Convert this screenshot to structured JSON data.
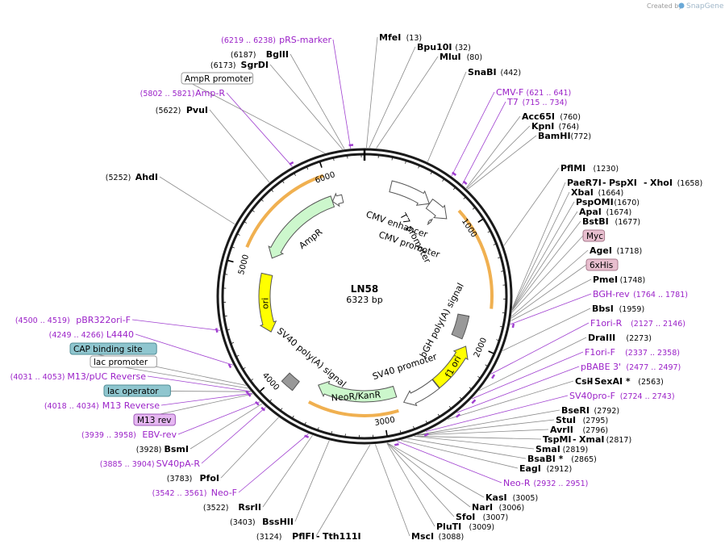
{
  "credit": {
    "created_by": "Created by",
    "brand": "SnapGene"
  },
  "map": {
    "name": "LN58",
    "size": "6323 bp",
    "total_bp": 6323
  },
  "ticks": [
    "1000",
    "2000",
    "3000",
    "4000",
    "5000",
    "6000"
  ],
  "labels": [
    {
      "key": "pRS-marker",
      "name": "pRS-marker",
      "pos": "(6219 .. 6238)",
      "kind": "primer"
    },
    {
      "key": "MfeI",
      "name": "MfeI",
      "pos": "(13)",
      "kind": "enzyme"
    },
    {
      "key": "BglII",
      "name": "BglII",
      "pos": "(6187)",
      "kind": "enzyme"
    },
    {
      "key": "Bpu10I",
      "name": "Bpu10I",
      "pos": "(32)",
      "kind": "enzyme"
    },
    {
      "key": "SgrDI",
      "name": "SgrDI",
      "pos": "(6173)",
      "kind": "enzyme"
    },
    {
      "key": "MluI",
      "name": "MluI",
      "pos": "(80)",
      "kind": "enzyme"
    },
    {
      "key": "AmpR-promoter",
      "name": "AmpR promoter",
      "kind": "box-white"
    },
    {
      "key": "SnaBI",
      "name": "SnaBI",
      "pos": "(442)",
      "kind": "enzyme"
    },
    {
      "key": "Amp-R",
      "name": "Amp-R",
      "pos": "(5802 .. 5821)",
      "kind": "primer"
    },
    {
      "key": "CMV-F",
      "name": "CMV-F",
      "pos": "(621 .. 641)",
      "kind": "primer"
    },
    {
      "key": "T7",
      "name": "T7",
      "pos": "(715 .. 734)",
      "kind": "primer"
    },
    {
      "key": "PvuI",
      "name": "PvuI",
      "pos": "(5622)",
      "kind": "enzyme"
    },
    {
      "key": "Acc65I",
      "name": "Acc65I",
      "pos": "(760)",
      "kind": "enzyme"
    },
    {
      "key": "KpnI",
      "name": "KpnI",
      "pos": "(764)",
      "kind": "enzyme"
    },
    {
      "key": "BamHI",
      "name": "BamHI",
      "pos": "(772)",
      "kind": "enzyme"
    },
    {
      "key": "PflMI",
      "name": "PflMI",
      "pos": "(1230)",
      "kind": "enzyme"
    },
    {
      "key": "AhdI",
      "name": "AhdI",
      "pos": "(5252)",
      "kind": "enzyme"
    },
    {
      "key": "PaeR7I",
      "name": "PaeR7I",
      "kind": "enzyme"
    },
    {
      "key": "PspXI",
      "name": "PspXI",
      "kind": "enzyme",
      "prefix": "-"
    },
    {
      "key": "XhoI",
      "name": "XhoI",
      "pos": "(1658)",
      "kind": "enzyme",
      "prefix": "-"
    },
    {
      "key": "XbaI",
      "name": "XbaI",
      "pos": "(1664)",
      "kind": "enzyme"
    },
    {
      "key": "PspOMI",
      "name": "PspOMI",
      "pos": "(1670)",
      "kind": "enzyme"
    },
    {
      "key": "ApaI",
      "name": "ApaI",
      "pos": "(1674)",
      "kind": "enzyme"
    },
    {
      "key": "BstBI",
      "name": "BstBI",
      "pos": "(1677)",
      "kind": "enzyme"
    },
    {
      "key": "Myc",
      "name": "Myc",
      "kind": "box-pink"
    },
    {
      "key": "AgeI",
      "name": "AgeI",
      "pos": "(1718)",
      "kind": "enzyme"
    },
    {
      "key": "6xHis",
      "name": "6xHis",
      "kind": "box-pink"
    },
    {
      "key": "PmeI",
      "name": "PmeI",
      "pos": "(1748)",
      "kind": "enzyme"
    },
    {
      "key": "BGH-rev",
      "name": "BGH-rev",
      "pos": "(1764 .. 1781)",
      "kind": "primer"
    },
    {
      "key": "BbsI",
      "name": "BbsI",
      "pos": "(1959)",
      "kind": "enzyme"
    },
    {
      "key": "pBR322ori-F",
      "name": "pBR322ori-F",
      "pos": "(4500 .. 4519)",
      "kind": "primer"
    },
    {
      "key": "F1ori-R",
      "name": "F1ori-R",
      "pos": "(2127 .. 2146)",
      "kind": "primer"
    },
    {
      "key": "L4440",
      "name": "L4440",
      "pos": "(4249 .. 4266)",
      "kind": "primer"
    },
    {
      "key": "DraIII",
      "name": "DraIII",
      "pos": "(2273)",
      "kind": "enzyme"
    },
    {
      "key": "CAP-binding-site",
      "name": "CAP binding site",
      "kind": "box-teal"
    },
    {
      "key": "F1ori-F",
      "name": "F1ori-F",
      "pos": "(2337 .. 2358)",
      "kind": "primer"
    },
    {
      "key": "lac-promoter",
      "name": "lac promoter",
      "kind": "box-white"
    },
    {
      "key": "pBABE-3",
      "name": "pBABE 3'",
      "pos": "(2477 .. 2497)",
      "kind": "primer"
    },
    {
      "key": "M13-pUC-Reverse",
      "name": "M13/pUC Reverse",
      "pos": "(4031 .. 4053)",
      "kind": "primer"
    },
    {
      "key": "CsiI",
      "name": "CsiI",
      "kind": "enzyme"
    },
    {
      "key": "SexAI",
      "name": "SexAI *",
      "pos": "(2563)",
      "kind": "enzyme",
      "prefix": "-"
    },
    {
      "key": "lac-operator",
      "name": "lac operator",
      "kind": "box-teal"
    },
    {
      "key": "SV40pro-F",
      "name": "SV40pro-F",
      "pos": "(2724 .. 2743)",
      "kind": "primer"
    },
    {
      "key": "M13-Reverse",
      "name": "M13 Reverse",
      "pos": "(4018 .. 4034)",
      "kind": "primer"
    },
    {
      "key": "BseRI",
      "name": "BseRI",
      "pos": "(2792)",
      "kind": "enzyme"
    },
    {
      "key": "M13-rev",
      "name": "M13 rev",
      "kind": "box-purple"
    },
    {
      "key": "StuI",
      "name": "StuI",
      "pos": "(2795)",
      "kind": "enzyme"
    },
    {
      "key": "EBV-rev",
      "name": "EBV-rev",
      "pos": "(3939 .. 3958)",
      "kind": "primer"
    },
    {
      "key": "AvrII",
      "name": "AvrII",
      "pos": "(2796)",
      "kind": "enzyme"
    },
    {
      "key": "TspMI",
      "name": "TspMI",
      "kind": "enzyme"
    },
    {
      "key": "XmaI",
      "name": "XmaI",
      "pos": "(2817)",
      "kind": "enzyme",
      "prefix": "-"
    },
    {
      "key": "BsmI",
      "name": "BsmI",
      "pos": "(3928)",
      "kind": "enzyme"
    },
    {
      "key": "SmaI",
      "name": "SmaI",
      "pos": "(2819)",
      "kind": "enzyme"
    },
    {
      "key": "BsaBI",
      "name": "BsaBI *",
      "pos": "(2865)",
      "kind": "enzyme"
    },
    {
      "key": "SV40pA-R",
      "name": "SV40pA-R",
      "pos": "(3885 .. 3904)",
      "kind": "primer"
    },
    {
      "key": "EagI",
      "name": "EagI",
      "pos": "(2912)",
      "kind": "enzyme"
    },
    {
      "key": "PfoI",
      "name": "PfoI",
      "pos": "(3783)",
      "kind": "enzyme"
    },
    {
      "key": "Neo-R",
      "name": "Neo-R",
      "pos": "(2932 .. 2951)",
      "kind": "primer"
    },
    {
      "key": "Neo-F",
      "name": "Neo-F",
      "pos": "(3542 .. 3561)",
      "kind": "primer"
    },
    {
      "key": "KasI",
      "name": "KasI",
      "pos": "(3005)",
      "kind": "enzyme"
    },
    {
      "key": "NarI",
      "name": "NarI",
      "pos": "(3006)",
      "kind": "enzyme"
    },
    {
      "key": "RsrII",
      "name": "RsrII",
      "pos": "(3522)",
      "kind": "enzyme"
    },
    {
      "key": "SfoI",
      "name": "SfoI",
      "pos": "(3007)",
      "kind": "enzyme"
    },
    {
      "key": "BssHII",
      "name": "BssHII",
      "pos": "(3403)",
      "kind": "enzyme"
    },
    {
      "key": "PluTI",
      "name": "PluTI",
      "pos": "(3009)",
      "kind": "enzyme"
    },
    {
      "key": "PflFI",
      "name": "PflFI",
      "pos": "(3124)",
      "kind": "enzyme"
    },
    {
      "key": "Tth111I",
      "name": "Tth111I",
      "kind": "enzyme",
      "prefix": "-"
    },
    {
      "key": "MscI",
      "name": "MscI",
      "pos": "(3088)",
      "kind": "enzyme"
    }
  ],
  "features": [
    {
      "key": "cmv-enhancer",
      "label": "CMV enhancer",
      "start": 236,
      "end": 615,
      "color": "#ffffff"
    },
    {
      "key": "cmv-promoter",
      "label": "CMV promoter",
      "start": 616,
      "end": 819,
      "color": "#ffffff"
    },
    {
      "key": "t7-promoter",
      "label": "T7 promoter",
      "start": 715,
      "end": 734,
      "color": "#ffffff"
    },
    {
      "key": "bgh-polya",
      "label": "bGH poly(A) signal",
      "start": 1770,
      "end": 1996,
      "color": "#999999"
    },
    {
      "key": "f1-ori",
      "label": "f1 ori",
      "start": 2042,
      "end": 2470,
      "color": "#ffff00"
    },
    {
      "key": "sv40-promoter",
      "label": "SV40 promoter",
      "start": 2475,
      "end": 2804,
      "color": "#ffffff"
    },
    {
      "key": "neor-kanr",
      "label": "NeoR/KanR",
      "start": 2851,
      "end": 3645,
      "color": "#ccf7cc"
    },
    {
      "key": "sv40-polya",
      "label": "SV40 poly(A) signal",
      "start": 3819,
      "end": 3940,
      "color": "#999999"
    },
    {
      "key": "ori",
      "label": "ori",
      "start": 4376,
      "end": 4964,
      "color": "#ffff00"
    },
    {
      "key": "ampr",
      "label": "AmpR",
      "start": 5135,
      "end": 5995,
      "color": "#ccf7cc"
    },
    {
      "key": "ampr-promoter-feat",
      "label": "",
      "start": 5996,
      "end": 6100,
      "color": "#ffffff"
    }
  ]
}
